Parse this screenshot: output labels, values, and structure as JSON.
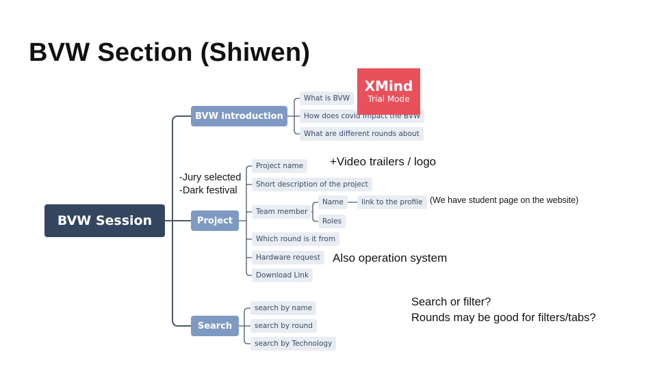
{
  "slide": {
    "title": "BVW Section (Shiwen)"
  },
  "mindmap": {
    "root": "BVW Session",
    "branches": [
      {
        "label": "BVW introduction",
        "children": [
          "What is BVW",
          "How does covid impact the BVW",
          "What are different rounds about"
        ]
      },
      {
        "label": "Project",
        "children": [
          "Project name",
          "Short description of the project",
          "Team member",
          "Which round is it from",
          "Hardware request",
          "Download Link"
        ],
        "team_member_children": [
          "Name",
          "Roles"
        ],
        "name_child": "link to the profile"
      },
      {
        "label": "Search",
        "children": [
          "search by name",
          "search by round",
          "search by Technology"
        ]
      }
    ]
  },
  "watermark": {
    "brand": "XMind",
    "mode": "Trial Mode",
    "color": "#e8505b"
  },
  "annotations": {
    "jury_line1": "-Jury selected",
    "jury_line2": "-Dark festival",
    "video": "+Video trailers / logo",
    "student_page": "(We have student page on the website)",
    "operation": "Also operation system",
    "search_q1": "Search or filter?",
    "search_q2": "Rounds may be good for filters/tabs?"
  },
  "colors": {
    "root": "#34465f",
    "main_topic": "#7f9ac2",
    "leaf": "#e8ecf3",
    "connector": "#4a5568"
  }
}
